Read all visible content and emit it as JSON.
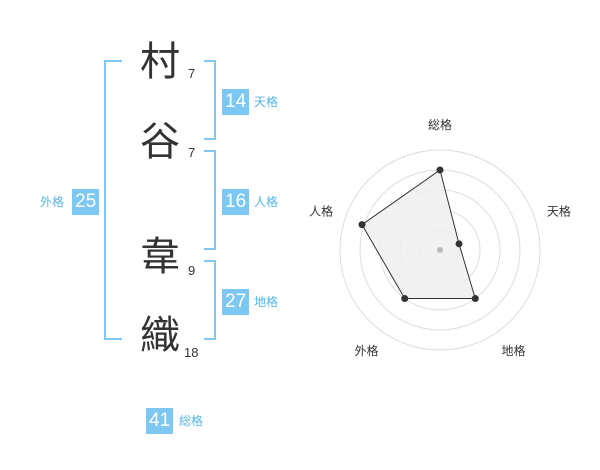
{
  "name": {
    "characters": [
      {
        "char": "村",
        "strokes": "7"
      },
      {
        "char": "谷",
        "strokes": "7"
      },
      {
        "char": "韋",
        "strokes": "9"
      },
      {
        "char": "織",
        "strokes": "18"
      }
    ]
  },
  "kaku": {
    "tenkaku": {
      "value": "14",
      "label": "天格"
    },
    "jinkaku": {
      "value": "16",
      "label": "人格"
    },
    "chikaku": {
      "value": "27",
      "label": "地格"
    },
    "gaikaku": {
      "value": "25",
      "label": "外格"
    },
    "soukaku": {
      "value": "41",
      "label": "総格"
    }
  },
  "chart_data": {
    "type": "radar",
    "axes": [
      "総格",
      "天格",
      "地格",
      "外格",
      "人格"
    ],
    "values": [
      4,
      1,
      3,
      3,
      4.1
    ],
    "max": 5,
    "rings": 5,
    "colors": {
      "fill": "#eeeeee",
      "stroke": "#333333",
      "ring": "#dddddd",
      "center": "#bbbbbb"
    }
  },
  "colors": {
    "accent": "#7dc8f2",
    "label": "#55b4e6",
    "text": "#333333"
  }
}
